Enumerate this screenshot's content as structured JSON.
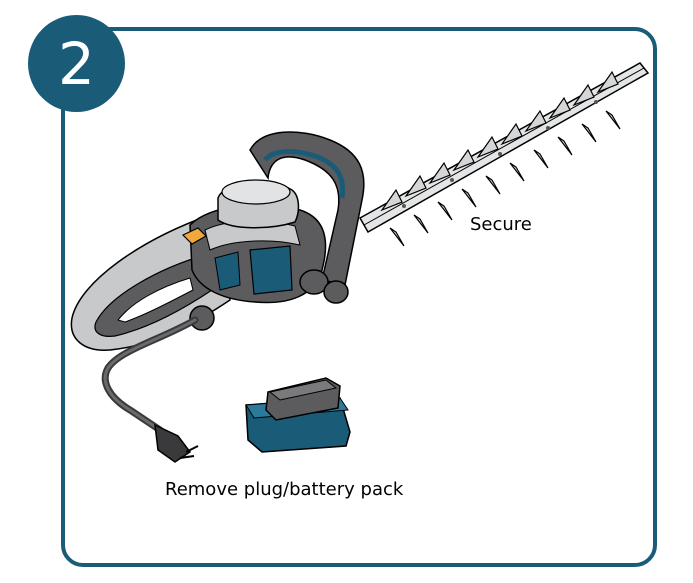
{
  "step": {
    "number": "2"
  },
  "labels": {
    "secure": "Secure",
    "remove": "Remove plug/battery pack"
  },
  "colors": {
    "accent": "#1a5c78",
    "frame": "#1a5c78",
    "body_dark": "#5c5c5e",
    "body_light": "#c8c9cb",
    "highlight": "#f2a93b"
  },
  "icons": [
    "hedge-trimmer-icon",
    "blade-icon",
    "plug-icon",
    "battery-pack-icon"
  ]
}
